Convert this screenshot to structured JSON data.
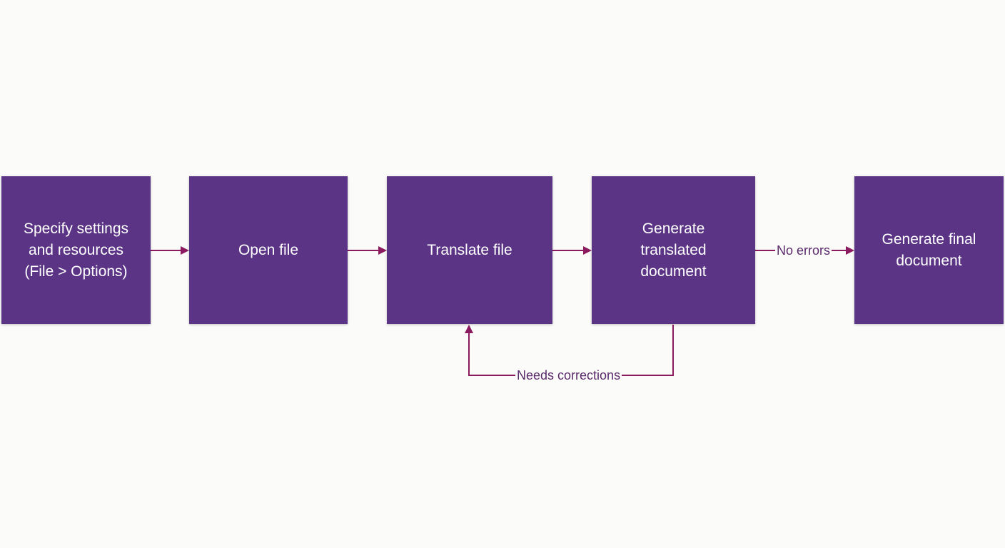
{
  "diagram": {
    "colors": {
      "box_fill": "#5b3486",
      "box_text": "#ffffff",
      "connector": "#8b1a5e",
      "label_text": "#5a2a6a",
      "background": "#fbfbfa"
    },
    "steps": [
      {
        "id": "step-1",
        "label": "Specify settings\nand resources\n(File > Options)"
      },
      {
        "id": "step-2",
        "label": "Open file"
      },
      {
        "id": "step-3",
        "label": "Translate file"
      },
      {
        "id": "step-4",
        "label": "Generate\ntranslated\ndocument"
      },
      {
        "id": "step-5",
        "label": "Generate final\ndocument"
      }
    ],
    "edges": [
      {
        "from": "step-1",
        "to": "step-2",
        "label": ""
      },
      {
        "from": "step-2",
        "to": "step-3",
        "label": ""
      },
      {
        "from": "step-3",
        "to": "step-4",
        "label": ""
      },
      {
        "from": "step-4",
        "to": "step-5",
        "label": "No errors"
      },
      {
        "from": "step-4",
        "to": "step-3",
        "label": "Needs corrections"
      }
    ]
  }
}
